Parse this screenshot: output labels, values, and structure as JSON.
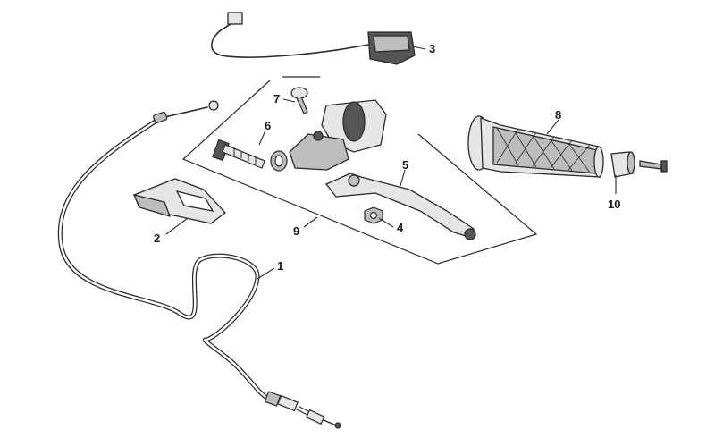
{
  "parts": [
    {
      "id": "cable",
      "label": "1"
    },
    {
      "id": "lever-cover",
      "label": "2"
    },
    {
      "id": "switch",
      "label": "3"
    },
    {
      "id": "nut",
      "label": "4"
    },
    {
      "id": "lever",
      "label": "5"
    },
    {
      "id": "bolt",
      "label": "6"
    },
    {
      "id": "screw",
      "label": "7"
    },
    {
      "id": "grip",
      "label": "8"
    },
    {
      "id": "lever-assembly",
      "label": "9"
    },
    {
      "id": "bar-end",
      "label": "10"
    }
  ],
  "colors": {
    "line": "#2a2a2a",
    "fill_light": "#e6e6e6",
    "fill_mid": "#bdbdbd",
    "fill_dark": "#555555"
  }
}
